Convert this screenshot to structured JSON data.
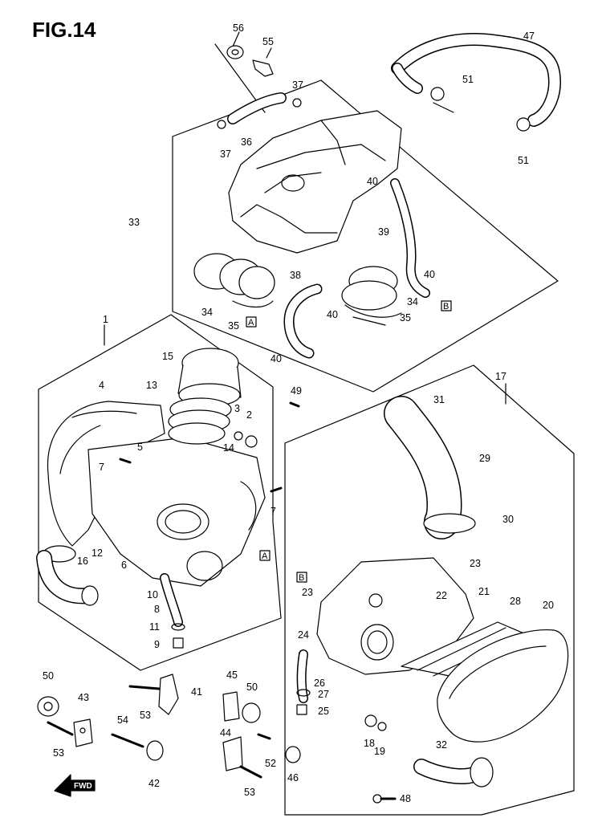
{
  "figure": {
    "title": "FIG.14",
    "fwd_label": "FWD",
    "ref_a": "A",
    "ref_b": "B"
  },
  "parts": [
    {
      "id": "p56",
      "text": "56"
    },
    {
      "id": "p55",
      "text": "55"
    },
    {
      "id": "p47",
      "text": "47"
    },
    {
      "id": "p51a",
      "text": "51"
    },
    {
      "id": "p51b",
      "text": "51"
    },
    {
      "id": "p37a",
      "text": "37"
    },
    {
      "id": "p37b",
      "text": "37"
    },
    {
      "id": "p36",
      "text": "36"
    },
    {
      "id": "p33",
      "text": "33"
    },
    {
      "id": "p40a",
      "text": "40"
    },
    {
      "id": "p39",
      "text": "39"
    },
    {
      "id": "p40b",
      "text": "40"
    },
    {
      "id": "p38",
      "text": "38"
    },
    {
      "id": "p40c",
      "text": "40"
    },
    {
      "id": "p34a",
      "text": "34"
    },
    {
      "id": "p34b",
      "text": "34"
    },
    {
      "id": "p35a",
      "text": "35"
    },
    {
      "id": "p35b",
      "text": "35"
    },
    {
      "id": "p40d",
      "text": "40"
    },
    {
      "id": "p1",
      "text": "1"
    },
    {
      "id": "p15",
      "text": "15"
    },
    {
      "id": "p13",
      "text": "13"
    },
    {
      "id": "p49",
      "text": "49"
    },
    {
      "id": "p4",
      "text": "4"
    },
    {
      "id": "p3",
      "text": "3"
    },
    {
      "id": "p2",
      "text": "2"
    },
    {
      "id": "p14",
      "text": "14"
    },
    {
      "id": "p5",
      "text": "5"
    },
    {
      "id": "p7a",
      "text": "7"
    },
    {
      "id": "p7b",
      "text": "7"
    },
    {
      "id": "p12",
      "text": "12"
    },
    {
      "id": "p6",
      "text": "6"
    },
    {
      "id": "p16",
      "text": "16"
    },
    {
      "id": "p10",
      "text": "10"
    },
    {
      "id": "p8",
      "text": "8"
    },
    {
      "id": "p11",
      "text": "11"
    },
    {
      "id": "p9",
      "text": "9"
    },
    {
      "id": "p17",
      "text": "17"
    },
    {
      "id": "p31",
      "text": "31"
    },
    {
      "id": "p29",
      "text": "29"
    },
    {
      "id": "p30",
      "text": "30"
    },
    {
      "id": "p23a",
      "text": "23"
    },
    {
      "id": "p23b",
      "text": "23"
    },
    {
      "id": "p22",
      "text": "22"
    },
    {
      "id": "p21",
      "text": "21"
    },
    {
      "id": "p28",
      "text": "28"
    },
    {
      "id": "p20",
      "text": "20"
    },
    {
      "id": "p24",
      "text": "24"
    },
    {
      "id": "p26",
      "text": "26"
    },
    {
      "id": "p27",
      "text": "27"
    },
    {
      "id": "p25",
      "text": "25"
    },
    {
      "id": "p18",
      "text": "18"
    },
    {
      "id": "p19",
      "text": "19"
    },
    {
      "id": "p32",
      "text": "32"
    },
    {
      "id": "p48",
      "text": "48"
    },
    {
      "id": "p50a",
      "text": "50"
    },
    {
      "id": "p43",
      "text": "43"
    },
    {
      "id": "p53a",
      "text": "53"
    },
    {
      "id": "p41",
      "text": "41"
    },
    {
      "id": "p53b",
      "text": "53"
    },
    {
      "id": "p54",
      "text": "54"
    },
    {
      "id": "p42",
      "text": "42"
    },
    {
      "id": "p45",
      "text": "45"
    },
    {
      "id": "p50b",
      "text": "50"
    },
    {
      "id": "p44",
      "text": "44"
    },
    {
      "id": "p52",
      "text": "52"
    },
    {
      "id": "p46",
      "text": "46"
    },
    {
      "id": "p53c",
      "text": "53"
    }
  ]
}
